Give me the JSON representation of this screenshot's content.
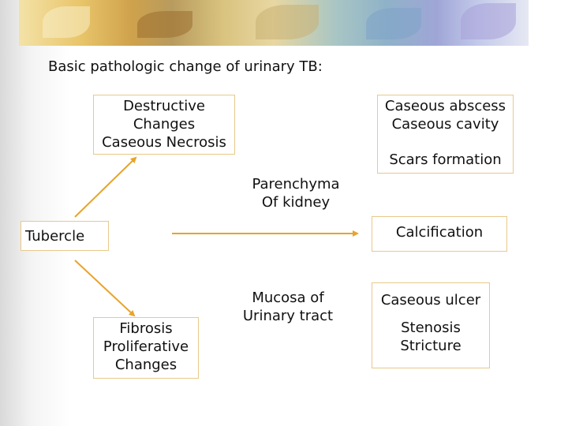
{
  "title": "Basic pathologic change of urinary TB:",
  "nodes": {
    "destructive": [
      "Destructive",
      "Changes",
      "Caseous Necrosis"
    ],
    "caseous_abscess": [
      "Caseous abscess",
      "Caseous cavity"
    ],
    "scars": "Scars formation",
    "parenchyma": [
      "Parenchyma",
      "Of kidney"
    ],
    "tubercle": "Tubercle",
    "calcification": "Calcification",
    "mucosa": [
      "Mucosa of",
      "Urinary tract"
    ],
    "caseous_ulcer": "Caseous ulcer",
    "stenosis": [
      "Stenosis",
      "Stricture"
    ],
    "fibrosis": [
      "Fibrosis",
      "Proliferative",
      "Changes"
    ]
  },
  "colors": {
    "arrow": "#e8a42a",
    "box_border": "#e8c98a"
  }
}
